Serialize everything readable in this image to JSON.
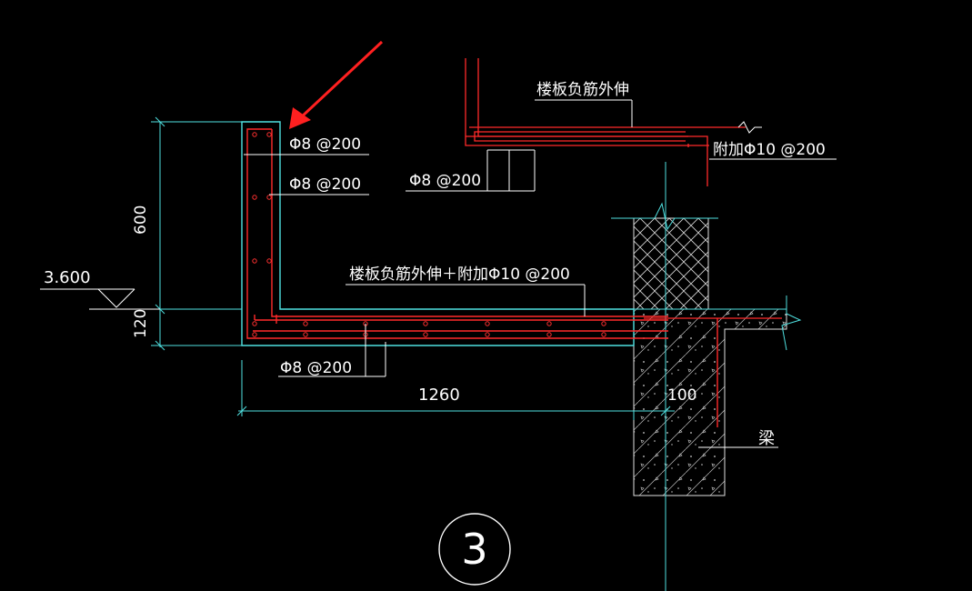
{
  "labels": {
    "top_bar_1": "Φ8 @200",
    "top_bar_2": "Φ8 @200",
    "inset_bar": "Φ8 @200",
    "inset_note": "楼板负筋外伸",
    "inset_extra": "附加Φ10 @200",
    "slab_note": "楼板负筋外伸＋附加Φ10 @200",
    "bottom_bar": "Φ8 @200",
    "beam": "梁",
    "beam_width": "100"
  },
  "dimensions": {
    "height_upturn": "600",
    "height_slab": "120",
    "length": "1260",
    "elevation": "3.600"
  },
  "detail_number": "3",
  "colors": {
    "background": "#000000",
    "outline": "#4fe0e0",
    "rebar": "#ff2a2a",
    "leader": "#ffffff",
    "arrow": "#ff2020"
  }
}
